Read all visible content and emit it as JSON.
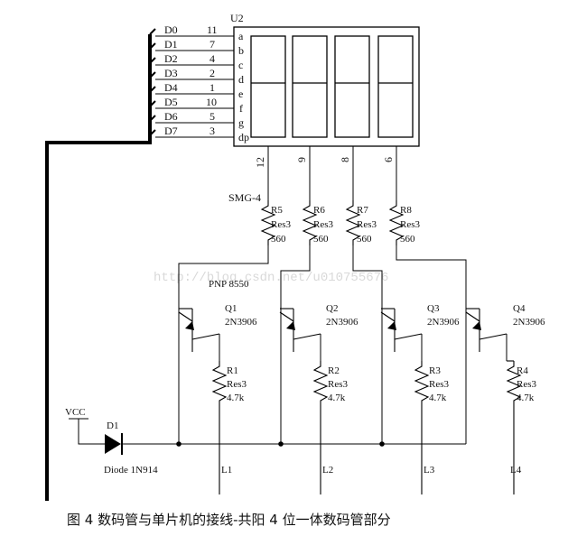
{
  "chip": {
    "ref": "U2",
    "part": "SMG-4",
    "segment_pins": [
      "a",
      "b",
      "c",
      "d",
      "e",
      "f",
      "g",
      "dp"
    ],
    "digit_count": 4
  },
  "data_lines": [
    {
      "name": "D0",
      "pin": "11"
    },
    {
      "name": "D1",
      "pin": "7"
    },
    {
      "name": "D2",
      "pin": "4"
    },
    {
      "name": "D3",
      "pin": "2"
    },
    {
      "name": "D4",
      "pin": "1"
    },
    {
      "name": "D5",
      "pin": "10"
    },
    {
      "name": "D6",
      "pin": "5"
    },
    {
      "name": "D7",
      "pin": "3"
    }
  ],
  "common_pins": [
    "12",
    "9",
    "8",
    "6"
  ],
  "base_resistors": [
    {
      "ref": "R5",
      "type": "Res3",
      "value": "560"
    },
    {
      "ref": "R6",
      "type": "Res3",
      "value": "560"
    },
    {
      "ref": "R7",
      "type": "Res3",
      "value": "560"
    },
    {
      "ref": "R8",
      "type": "Res3",
      "value": "560"
    }
  ],
  "transistor_note": "PNP 8550",
  "transistors": [
    {
      "ref": "Q1",
      "part": "2N3906"
    },
    {
      "ref": "Q2",
      "part": "2N3906"
    },
    {
      "ref": "Q3",
      "part": "2N3906"
    },
    {
      "ref": "Q4",
      "part": "2N3906"
    }
  ],
  "output_resistors": [
    {
      "ref": "R1",
      "type": "Res3",
      "value": "4.7k"
    },
    {
      "ref": "R2",
      "type": "Res3",
      "value": "4.7k"
    },
    {
      "ref": "R3",
      "type": "Res3",
      "value": "4.7k"
    },
    {
      "ref": "R4",
      "type": "Res3",
      "value": "4.7k"
    }
  ],
  "lines_out": [
    "L1",
    "L2",
    "L3",
    "L4"
  ],
  "vcc": "VCC",
  "diode": {
    "ref": "D1",
    "label": "Diode 1N914"
  },
  "watermark": "http://blog.csdn.net/u010755676",
  "caption": "图 4  数码管与单片机的接线-共阳 4 位一体数码管部分"
}
